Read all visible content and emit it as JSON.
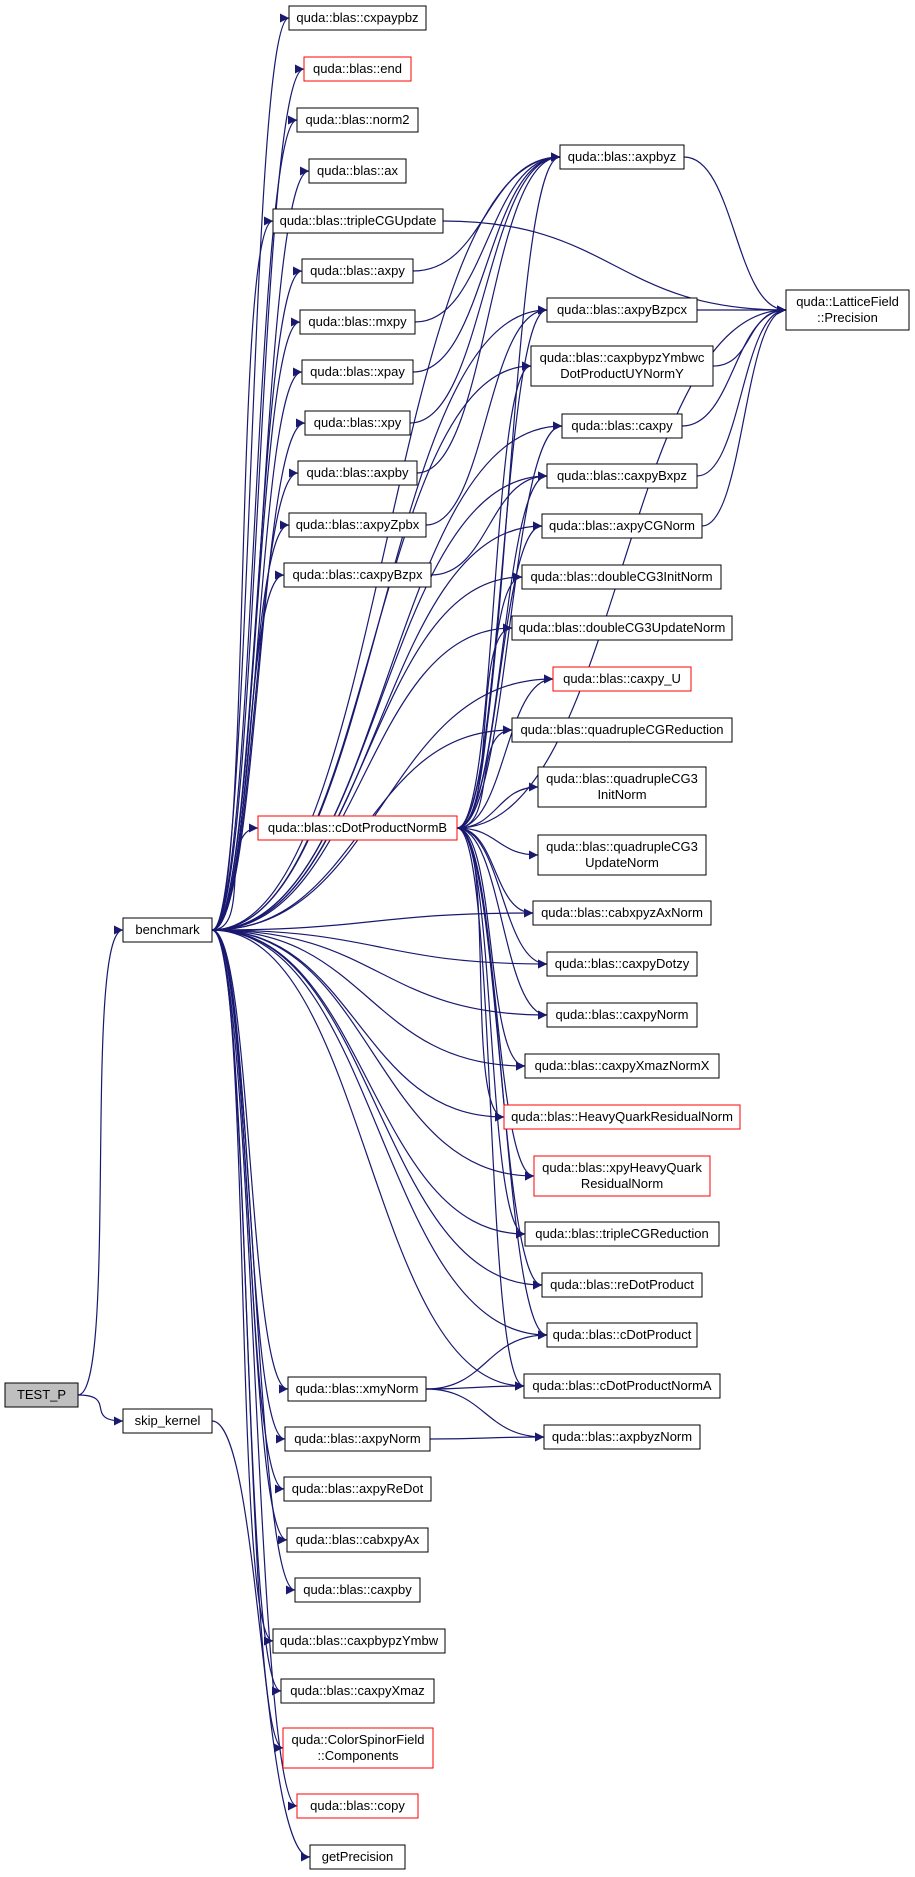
{
  "nodes": [
    {
      "id": "TEST_P",
      "lines": [
        "TEST_P"
      ],
      "style": "root"
    },
    {
      "id": "benchmark",
      "lines": [
        "benchmark"
      ],
      "style": "normal"
    },
    {
      "id": "skip_kernel",
      "lines": [
        "skip_kernel"
      ],
      "style": "normal"
    },
    {
      "id": "cxpaypbz",
      "lines": [
        "quda::blas::cxpaypbz"
      ],
      "style": "normal"
    },
    {
      "id": "end",
      "lines": [
        "quda::blas::end"
      ],
      "style": "red"
    },
    {
      "id": "norm2",
      "lines": [
        "quda::blas::norm2"
      ],
      "style": "normal"
    },
    {
      "id": "ax",
      "lines": [
        "quda::blas::ax"
      ],
      "style": "normal"
    },
    {
      "id": "tripleCGUpdate",
      "lines": [
        "quda::blas::tripleCGUpdate"
      ],
      "style": "normal"
    },
    {
      "id": "axpy",
      "lines": [
        "quda::blas::axpy"
      ],
      "style": "normal"
    },
    {
      "id": "mxpy",
      "lines": [
        "quda::blas::mxpy"
      ],
      "style": "normal"
    },
    {
      "id": "xpay",
      "lines": [
        "quda::blas::xpay"
      ],
      "style": "normal"
    },
    {
      "id": "xpy",
      "lines": [
        "quda::blas::xpy"
      ],
      "style": "normal"
    },
    {
      "id": "axpby",
      "lines": [
        "quda::blas::axpby"
      ],
      "style": "normal"
    },
    {
      "id": "axpyZpbx",
      "lines": [
        "quda::blas::axpyZpbx"
      ],
      "style": "normal"
    },
    {
      "id": "caxpyBzpx",
      "lines": [
        "quda::blas::caxpyBzpx"
      ],
      "style": "normal"
    },
    {
      "id": "cDotProductNormB",
      "lines": [
        "quda::blas::cDotProductNormB"
      ],
      "style": "red"
    },
    {
      "id": "xmyNorm",
      "lines": [
        "quda::blas::xmyNorm"
      ],
      "style": "normal"
    },
    {
      "id": "axpyNorm",
      "lines": [
        "quda::blas::axpyNorm"
      ],
      "style": "normal"
    },
    {
      "id": "axpyReDot",
      "lines": [
        "quda::blas::axpyReDot"
      ],
      "style": "normal"
    },
    {
      "id": "cabxpyAx",
      "lines": [
        "quda::blas::cabxpyAx"
      ],
      "style": "normal"
    },
    {
      "id": "caxpby",
      "lines": [
        "quda::blas::caxpby"
      ],
      "style": "normal"
    },
    {
      "id": "caxpbypzYmbw",
      "lines": [
        "quda::blas::caxpbypzYmbw"
      ],
      "style": "normal"
    },
    {
      "id": "caxpyXmaz",
      "lines": [
        "quda::blas::caxpyXmaz"
      ],
      "style": "normal"
    },
    {
      "id": "Components",
      "lines": [
        "quda::ColorSpinorField",
        "::Components"
      ],
      "style": "red"
    },
    {
      "id": "copy",
      "lines": [
        "quda::blas::copy"
      ],
      "style": "red"
    },
    {
      "id": "getPrecision",
      "lines": [
        "getPrecision"
      ],
      "style": "normal"
    },
    {
      "id": "axpbyz",
      "lines": [
        "quda::blas::axpbyz"
      ],
      "style": "normal"
    },
    {
      "id": "axpyBzpcx",
      "lines": [
        "quda::blas::axpyBzpcx"
      ],
      "style": "normal"
    },
    {
      "id": "caxpbypzYmbwDP",
      "lines": [
        "quda::blas::caxpbypzYmbwc",
        "DotProductUYNormY"
      ],
      "style": "normal"
    },
    {
      "id": "caxpy",
      "lines": [
        "quda::blas::caxpy"
      ],
      "style": "normal"
    },
    {
      "id": "caxpyBxpz",
      "lines": [
        "quda::blas::caxpyBxpz"
      ],
      "style": "normal"
    },
    {
      "id": "axpyCGNorm",
      "lines": [
        "quda::blas::axpyCGNorm"
      ],
      "style": "normal"
    },
    {
      "id": "doubleCG3InitNorm",
      "lines": [
        "quda::blas::doubleCG3InitNorm"
      ],
      "style": "normal"
    },
    {
      "id": "doubleCG3UpdateNorm",
      "lines": [
        "quda::blas::doubleCG3UpdateNorm"
      ],
      "style": "normal"
    },
    {
      "id": "caxpy_U",
      "lines": [
        "quda::blas::caxpy_U"
      ],
      "style": "red"
    },
    {
      "id": "quadrupleCGReduction",
      "lines": [
        "quda::blas::quadrupleCGReduction"
      ],
      "style": "normal"
    },
    {
      "id": "quadrupleCG3InitNorm",
      "lines": [
        "quda::blas::quadrupleCG3",
        "InitNorm"
      ],
      "style": "normal"
    },
    {
      "id": "quadrupleCG3UpdateNorm",
      "lines": [
        "quda::blas::quadrupleCG3",
        "UpdateNorm"
      ],
      "style": "normal"
    },
    {
      "id": "cabxpyzAxNorm",
      "lines": [
        "quda::blas::cabxpyzAxNorm"
      ],
      "style": "normal"
    },
    {
      "id": "caxpyDotzy",
      "lines": [
        "quda::blas::caxpyDotzy"
      ],
      "style": "normal"
    },
    {
      "id": "caxpyNorm",
      "lines": [
        "quda::blas::caxpyNorm"
      ],
      "style": "normal"
    },
    {
      "id": "caxpyXmazNormX",
      "lines": [
        "quda::blas::caxpyXmazNormX"
      ],
      "style": "normal"
    },
    {
      "id": "HeavyQuarkResidualNorm",
      "lines": [
        "quda::blas::HeavyQuarkResidualNorm"
      ],
      "style": "red"
    },
    {
      "id": "xpyHeavyQuarkResidualNorm",
      "lines": [
        "quda::blas::xpyHeavyQuark",
        "ResidualNorm"
      ],
      "style": "red"
    },
    {
      "id": "tripleCGReduction",
      "lines": [
        "quda::blas::tripleCGReduction"
      ],
      "style": "normal"
    },
    {
      "id": "reDotProduct",
      "lines": [
        "quda::blas::reDotProduct"
      ],
      "style": "normal"
    },
    {
      "id": "cDotProduct",
      "lines": [
        "quda::blas::cDotProduct"
      ],
      "style": "normal"
    },
    {
      "id": "cDotProductNormA",
      "lines": [
        "quda::blas::cDotProductNormA"
      ],
      "style": "normal"
    },
    {
      "id": "axpbyzNorm",
      "lines": [
        "quda::blas::axpbyzNorm"
      ],
      "style": "normal"
    },
    {
      "id": "Precision",
      "lines": [
        "quda::LatticeField",
        "::Precision"
      ],
      "style": "normal"
    }
  ],
  "edges": [
    [
      "TEST_P",
      "benchmark"
    ],
    [
      "TEST_P",
      "skip_kernel"
    ],
    [
      "benchmark",
      "cxpaypbz"
    ],
    [
      "benchmark",
      "end"
    ],
    [
      "benchmark",
      "norm2"
    ],
    [
      "benchmark",
      "ax"
    ],
    [
      "benchmark",
      "tripleCGUpdate"
    ],
    [
      "benchmark",
      "axpy"
    ],
    [
      "benchmark",
      "mxpy"
    ],
    [
      "benchmark",
      "xpay"
    ],
    [
      "benchmark",
      "xpy"
    ],
    [
      "benchmark",
      "axpby"
    ],
    [
      "benchmark",
      "axpyZpbx"
    ],
    [
      "benchmark",
      "caxpyBzpx"
    ],
    [
      "benchmark",
      "cDotProductNormB"
    ],
    [
      "benchmark",
      "xmyNorm"
    ],
    [
      "benchmark",
      "axpyNorm"
    ],
    [
      "benchmark",
      "axpyReDot"
    ],
    [
      "benchmark",
      "cabxpyAx"
    ],
    [
      "benchmark",
      "caxpby"
    ],
    [
      "benchmark",
      "caxpbypzYmbw"
    ],
    [
      "benchmark",
      "caxpyXmaz"
    ],
    [
      "benchmark",
      "Components"
    ],
    [
      "benchmark",
      "copy"
    ],
    [
      "benchmark",
      "axpbyz"
    ],
    [
      "benchmark",
      "axpyBzpcx"
    ],
    [
      "benchmark",
      "caxpbypzYmbwDP"
    ],
    [
      "benchmark",
      "caxpy"
    ],
    [
      "benchmark",
      "caxpyBxpz"
    ],
    [
      "benchmark",
      "axpyCGNorm"
    ],
    [
      "benchmark",
      "doubleCG3InitNorm"
    ],
    [
      "benchmark",
      "doubleCG3UpdateNorm"
    ],
    [
      "benchmark",
      "caxpy_U"
    ],
    [
      "benchmark",
      "quadrupleCGReduction"
    ],
    [
      "benchmark",
      "cabxpyzAxNorm"
    ],
    [
      "benchmark",
      "caxpyDotzy"
    ],
    [
      "benchmark",
      "caxpyNorm"
    ],
    [
      "benchmark",
      "caxpyXmazNormX"
    ],
    [
      "benchmark",
      "HeavyQuarkResidualNorm"
    ],
    [
      "benchmark",
      "xpyHeavyQuarkResidualNorm"
    ],
    [
      "benchmark",
      "tripleCGReduction"
    ],
    [
      "benchmark",
      "reDotProduct"
    ],
    [
      "benchmark",
      "cDotProduct"
    ],
    [
      "benchmark",
      "cDotProductNormA"
    ],
    [
      "skip_kernel",
      "getPrecision"
    ],
    [
      "tripleCGUpdate",
      "Precision"
    ],
    [
      "axpy",
      "axpbyz"
    ],
    [
      "mxpy",
      "axpbyz"
    ],
    [
      "xpay",
      "axpbyz"
    ],
    [
      "xpy",
      "axpbyz"
    ],
    [
      "axpby",
      "axpbyz"
    ],
    [
      "axpyZpbx",
      "axpyBzpcx"
    ],
    [
      "caxpyBzpx",
      "caxpyBxpz"
    ],
    [
      "axpbyz",
      "Precision"
    ],
    [
      "axpyBzpcx",
      "Precision"
    ],
    [
      "caxpbypzYmbwDP",
      "Precision"
    ],
    [
      "caxpy",
      "Precision"
    ],
    [
      "caxpyBxpz",
      "Precision"
    ],
    [
      "axpyCGNorm",
      "Precision"
    ],
    [
      "cDotProductNormB",
      "axpbyz"
    ],
    [
      "cDotProductNormB",
      "Precision"
    ],
    [
      "cDotProductNormB",
      "axpyBzpcx"
    ],
    [
      "cDotProductNormB",
      "caxpbypzYmbwDP"
    ],
    [
      "cDotProductNormB",
      "caxpy"
    ],
    [
      "cDotProductNormB",
      "caxpyBxpz"
    ],
    [
      "cDotProductNormB",
      "axpyCGNorm"
    ],
    [
      "cDotProductNormB",
      "doubleCG3InitNorm"
    ],
    [
      "cDotProductNormB",
      "doubleCG3UpdateNorm"
    ],
    [
      "cDotProductNormB",
      "caxpy_U"
    ],
    [
      "cDotProductNormB",
      "quadrupleCGReduction"
    ],
    [
      "cDotProductNormB",
      "quadrupleCG3InitNorm"
    ],
    [
      "cDotProductNormB",
      "quadrupleCG3UpdateNorm"
    ],
    [
      "cDotProductNormB",
      "cabxpyzAxNorm"
    ],
    [
      "cDotProductNormB",
      "caxpyDotzy"
    ],
    [
      "cDotProductNormB",
      "caxpyNorm"
    ],
    [
      "cDotProductNormB",
      "caxpyXmazNormX"
    ],
    [
      "cDotProductNormB",
      "HeavyQuarkResidualNorm"
    ],
    [
      "cDotProductNormB",
      "xpyHeavyQuarkResidualNorm"
    ],
    [
      "cDotProductNormB",
      "tripleCGReduction"
    ],
    [
      "cDotProductNormB",
      "reDotProduct"
    ],
    [
      "cDotProductNormB",
      "cDotProduct"
    ],
    [
      "cDotProductNormB",
      "cDotProductNormA"
    ],
    [
      "xmyNorm",
      "cDotProduct"
    ],
    [
      "xmyNorm",
      "cDotProductNormA"
    ],
    [
      "xmyNorm",
      "axpbyzNorm"
    ],
    [
      "axpyNorm",
      "axpbyzNorm"
    ]
  ],
  "colors": {
    "edge": "#191970",
    "normal_border": "#000000",
    "red_border": "#ff0000",
    "root_fill": "#bfbfbf",
    "node_fill": "#ffffff",
    "text": "#000000"
  }
}
